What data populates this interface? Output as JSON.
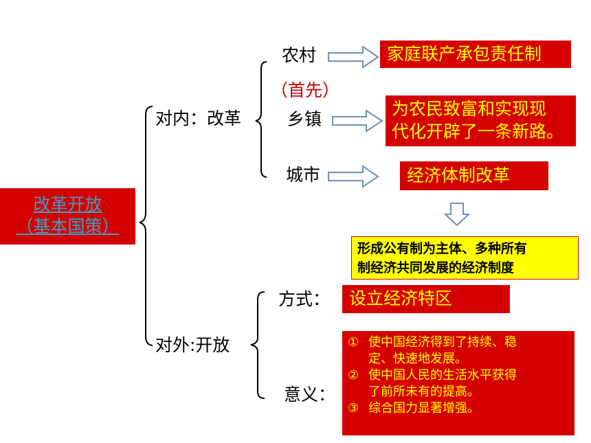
{
  "root": {
    "line1": "改革开放",
    "line2": "（基本国策）"
  },
  "internal": {
    "label": "对内：改革",
    "rural": {
      "label": "农村",
      "note": "（首先）",
      "result": "家庭联产承包责任制"
    },
    "township": {
      "label": "乡镇",
      "result_line1": "为农民致富和实现现",
      "result_line2": "代化开辟了一条新路。"
    },
    "city": {
      "label": "城市",
      "result": "经济体制改革"
    },
    "outcome": {
      "line1": "形成公有制为主体、多种所有",
      "line2": "制经济共同发展的经济制度"
    }
  },
  "external": {
    "label": "对外:开放",
    "method": {
      "label": "方式：",
      "result": "设立经济特区"
    },
    "significance": {
      "label": "意义：",
      "items": [
        {
          "num": "①",
          "line1": "使中国经济得到了持续、稳",
          "line2": "定、快速地发展。"
        },
        {
          "num": "②",
          "line1": "使中国人民的生活水平获得",
          "line2": "了前所未有的提高。"
        },
        {
          "num": "③",
          "line1": "综合国力显著增强。",
          "line2": ""
        }
      ]
    }
  },
  "colors": {
    "box_red": "#d40000",
    "box_text": "#ffff00",
    "outcome_box": "#ffff00",
    "note_red": "#c00000",
    "root_text": "#3aa0c4",
    "arrow_fill": "#ffffff",
    "arrow_stroke": "#6e8fb3"
  }
}
